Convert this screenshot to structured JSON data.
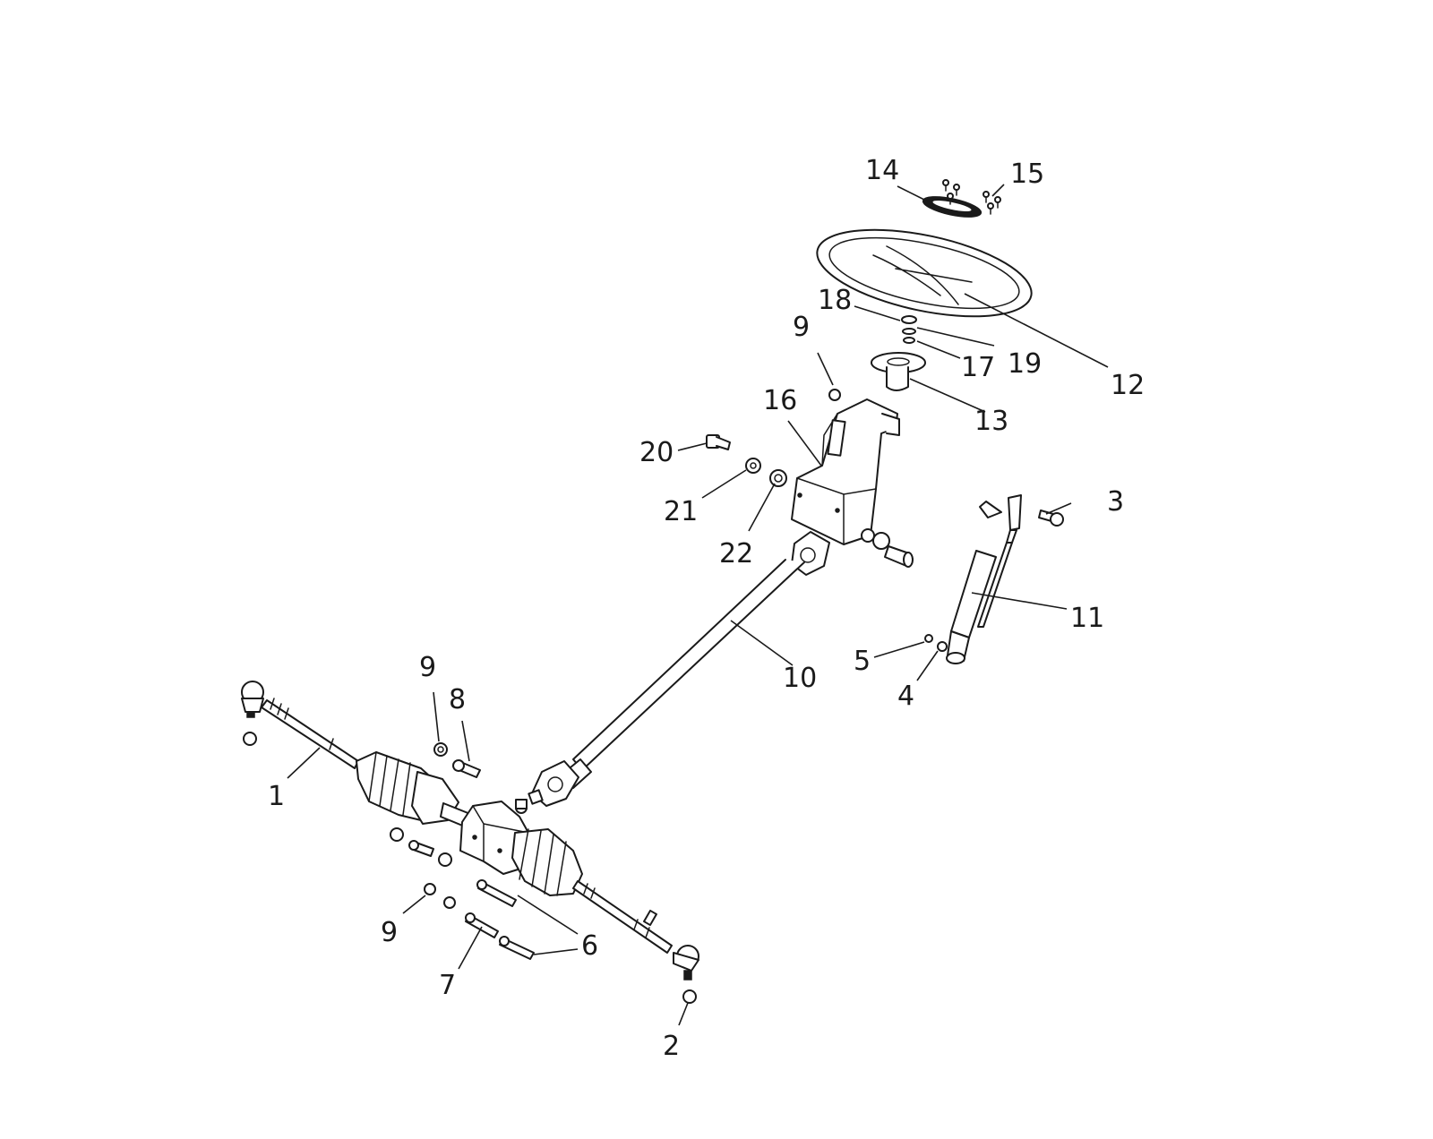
{
  "callouts": [
    {
      "id": "c1",
      "label": "1"
    },
    {
      "id": "c2",
      "label": "2"
    },
    {
      "id": "c3",
      "label": "3"
    },
    {
      "id": "c4",
      "label": "4"
    },
    {
      "id": "c5",
      "label": "5"
    },
    {
      "id": "c6",
      "label": "6"
    },
    {
      "id": "c7",
      "label": "7"
    },
    {
      "id": "c8",
      "label": "8"
    },
    {
      "id": "c9a",
      "label": "9"
    },
    {
      "id": "c9b",
      "label": "9"
    },
    {
      "id": "c9c",
      "label": "9"
    },
    {
      "id": "c10",
      "label": "10"
    },
    {
      "id": "c11",
      "label": "11"
    },
    {
      "id": "c12",
      "label": "12"
    },
    {
      "id": "c13",
      "label": "13"
    },
    {
      "id": "c14",
      "label": "14"
    },
    {
      "id": "c15",
      "label": "15"
    },
    {
      "id": "c16",
      "label": "16"
    },
    {
      "id": "c17",
      "label": "17"
    },
    {
      "id": "c18",
      "label": "18"
    },
    {
      "id": "c19",
      "label": "19"
    },
    {
      "id": "c20",
      "label": "20"
    },
    {
      "id": "c21",
      "label": "21"
    },
    {
      "id": "c22",
      "label": "22"
    }
  ]
}
